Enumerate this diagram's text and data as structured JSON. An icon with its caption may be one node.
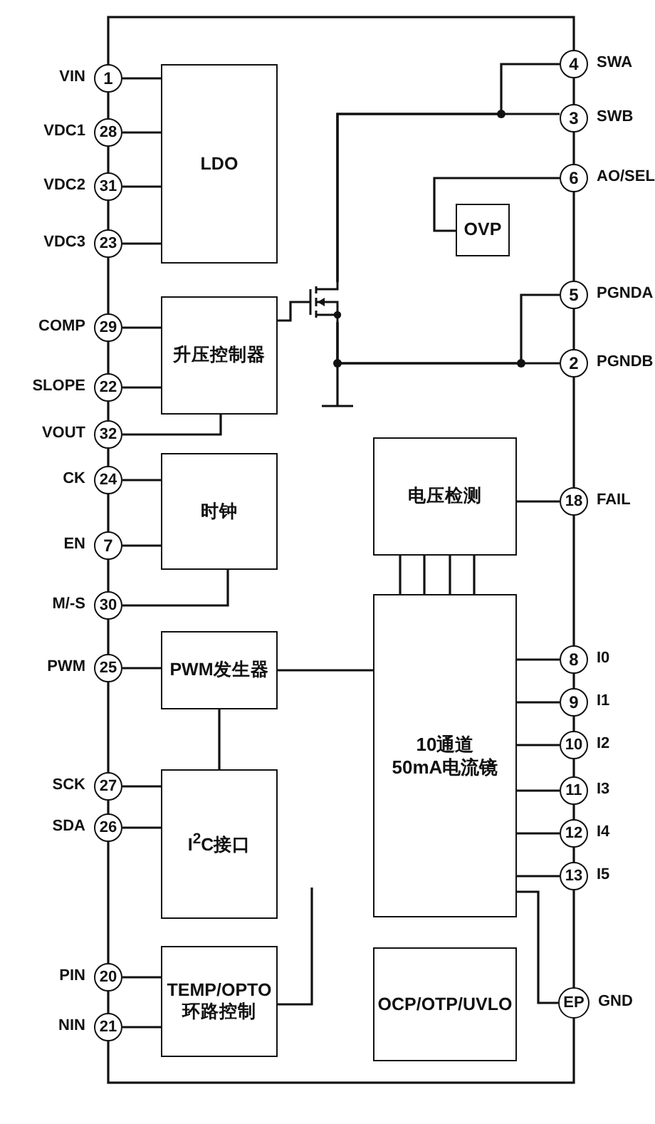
{
  "diagram": {
    "nodes": [
      {
        "text": [
          "1"
        ],
        "beside": [
          "VIN"
        ]
      },
      {
        "text": [
          "28"
        ],
        "beside": [
          "VDC1"
        ]
      },
      {
        "text": [
          "31"
        ],
        "beside": [
          "VDC2"
        ]
      },
      {
        "text": [
          "23"
        ],
        "beside": [
          "VDC3"
        ]
      },
      {
        "text": [
          "29"
        ],
        "beside": [
          "COMP"
        ]
      },
      {
        "text": [
          "22"
        ],
        "beside": [
          "SLOPE"
        ]
      },
      {
        "text": [
          "32"
        ],
        "beside": [
          "VOUT"
        ]
      },
      {
        "text": [
          "24"
        ],
        "beside": [
          "CK"
        ]
      },
      {
        "text": [
          "7"
        ],
        "beside": [
          "EN"
        ]
      },
      {
        "text": [
          "30"
        ],
        "beside": [
          "M/-S"
        ]
      },
      {
        "text": [
          "25"
        ],
        "beside": [
          "PWM"
        ]
      },
      {
        "text": [
          "27"
        ],
        "beside": [
          "SCK"
        ]
      },
      {
        "text": [
          "26"
        ],
        "beside": [
          "SDA"
        ]
      },
      {
        "text": [
          "20"
        ],
        "beside": [
          "PIN"
        ]
      },
      {
        "text": [
          "21"
        ],
        "beside": [
          "NIN"
        ]
      },
      {
        "text": [
          "LDO"
        ]
      },
      {
        "text": [
          "升压控制器"
        ]
      },
      {
        "text": [
          "时钟"
        ]
      },
      {
        "text": [
          "PWM发生器"
        ]
      },
      {
        "text": [
          "I$^{2}$C接口"
        ]
      },
      {
        "text": [
          "TEMP/OPTO 环路控制"
        ]
      },
      {
        "text": [],
        "shape": "transistor"
      },
      {
        "text": [
          "OVP"
        ]
      },
      {
        "text": [
          "电压检测"
        ]
      },
      {
        "text": [
          "10通道50mA电流镜"
        ]
      },
      {
        "text": [
          "OCP/OTP/UVLO"
        ]
      },
      {
        "text": [
          "4"
        ],
        "beside": [
          "SWA"
        ]
      },
      {
        "text": [
          "3"
        ],
        "beside": [
          "SWB"
        ]
      },
      {
        "text": [
          "6"
        ],
        "beside": [
          "AO/SEL"
        ]
      },
      {
        "text": [
          "5"
        ],
        "beside": [
          "PGNDA"
        ]
      },
      {
        "text": [
          "2"
        ],
        "beside": [
          "PGNDB"
        ]
      },
      {
        "text": [
          "18"
        ],
        "beside": [
          "FAIL"
        ]
      },
      {
        "text": [
          "8"
        ],
        "beside": [
          "I0"
        ]
      },
      {
        "text": [
          "9"
        ],
        "beside": [
          "I1"
        ]
      },
      {
        "text": [
          "10"
        ],
        "beside": [
          "I2"
        ]
      },
      {
        "text": [
          "11"
        ],
        "beside": [
          "I3"
        ]
      },
      {
        "text": [
          "12"
        ],
        "beside": [
          "I4"
        ]
      },
      {
        "text": [
          "13"
        ],
        "beside": [
          "I5"
        ]
      },
      {
        "text": [
          "EP"
        ],
        "beside": [
          "GND"
        ]
      }
    ],
    "edges": [
      {
        "from": 0,
        "to": 15,
        "arrow": "none"
      },
      {
        "from": 1,
        "to": 15,
        "arrow": "none"
      },
      {
        "from": 2,
        "to": 15,
        "arrow": "none"
      },
      {
        "from": 3,
        "to": 15,
        "arrow": "none"
      },
      {
        "from": 4,
        "to": 16,
        "arrow": "none"
      },
      {
        "from": 5,
        "to": 16,
        "arrow": "none"
      },
      {
        "from": 6,
        "to": 16,
        "arrow": "none"
      },
      {
        "from": 7,
        "to": 17,
        "arrow": "none"
      },
      {
        "from": 8,
        "to": 17,
        "arrow": "none"
      },
      {
        "from": 9,
        "to": 17,
        "arrow": "none"
      },
      {
        "from": 10,
        "to": 18,
        "arrow": "none"
      },
      {
        "from": 18,
        "to": 24,
        "arrow": "none"
      },
      {
        "from": 18,
        "to": 19,
        "arrow": "none"
      },
      {
        "from": 11,
        "to": 19,
        "arrow": "none"
      },
      {
        "from": 12,
        "to": 19,
        "arrow": "none"
      },
      {
        "from": 13,
        "to": 20,
        "arrow": "none"
      },
      {
        "from": 14,
        "to": 20,
        "arrow": "none"
      },
      {
        "from": 20,
        "to": null,
        "arrow": "none"
      },
      {
        "from": 16,
        "to": 21,
        "arrow": "none"
      },
      {
        "from": 21,
        "to": 27,
        "arrow": "none"
      },
      {
        "from": 21,
        "to": 26,
        "arrow": "none"
      },
      {
        "from": 21,
        "to": 30,
        "arrow": "none"
      },
      {
        "from": 21,
        "to": 29,
        "arrow": "none"
      },
      {
        "from": 28,
        "to": 22,
        "arrow": "none"
      },
      {
        "from": 23,
        "to": 31,
        "arrow": "none"
      },
      {
        "from": 23,
        "to": 24,
        "arrow": "none"
      },
      {
        "from": 23,
        "to": 24,
        "arrow": "none"
      },
      {
        "from": 23,
        "to": 24,
        "arrow": "none"
      },
      {
        "from": 23,
        "to": 24,
        "arrow": "none"
      },
      {
        "from": 24,
        "to": 32,
        "arrow": "none"
      },
      {
        "from": 24,
        "to": 33,
        "arrow": "none"
      },
      {
        "from": 24,
        "to": 34,
        "arrow": "none"
      },
      {
        "from": 24,
        "to": 35,
        "arrow": "none"
      },
      {
        "from": 24,
        "to": 36,
        "arrow": "none"
      },
      {
        "from": 24,
        "to": 37,
        "arrow": "none"
      },
      {
        "from": 24,
        "to": 38,
        "arrow": "none"
      }
    ]
  }
}
